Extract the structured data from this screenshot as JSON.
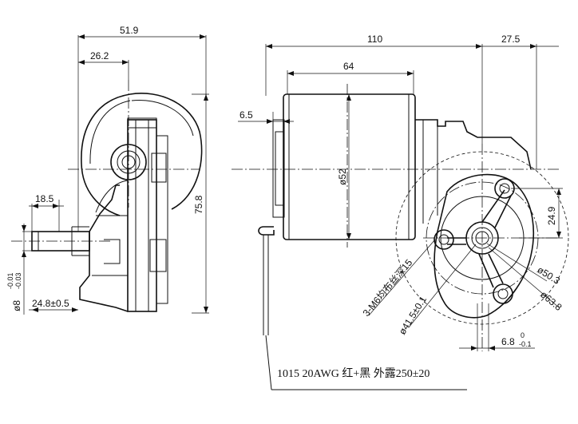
{
  "dimensions": {
    "overall_width_side": "51.9",
    "flange_depth": "26.2",
    "shaft_length": "18.5",
    "height": "75.8",
    "shaft_dia_prefix": "ø8",
    "shaft_tol_upper": "-0.01",
    "shaft_tol_lower": "-0.03",
    "shaft_offset": "24.8±0.5",
    "body_length": "110",
    "gear_length": "27.5",
    "motor_can_length": "64",
    "lead_offset": "6.5",
    "motor_dia": "ø52",
    "hole_spacing": "24.9",
    "pcd_dia": "ø50.3",
    "outer_dia": "ø63.8",
    "inner_dia": "ø41.5±0.1",
    "slot_width": "6.8",
    "slot_tol_upper": "0",
    "slot_tol_lower": "-0.1",
    "thread_note": "3-M6均布丝深15"
  },
  "wire_note": "1015 20AWG 红+黑 外露250±20"
}
